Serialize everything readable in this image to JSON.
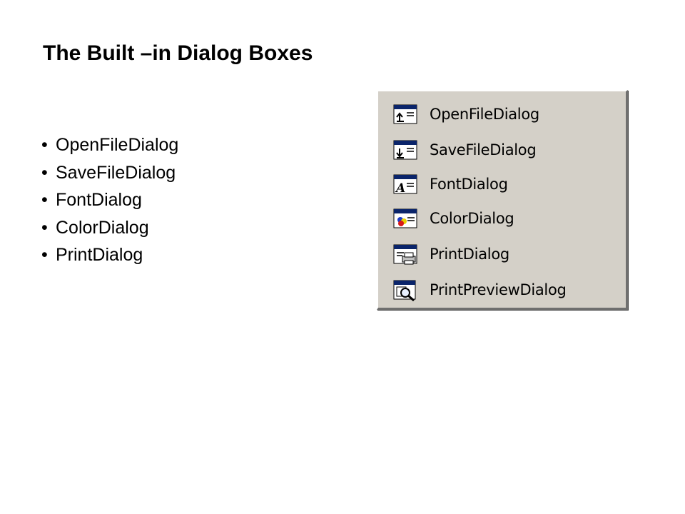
{
  "title": "The Built –in Dialog Boxes",
  "bullets": [
    "OpenFileDialog",
    "SaveFileDialog",
    "FontDialog",
    "ColorDialog",
    "PrintDialog"
  ],
  "bullet_glyph": "•",
  "toolbox": {
    "items": [
      {
        "label": "OpenFileDialog",
        "icon": "open-file-dialog-icon"
      },
      {
        "label": "SaveFileDialog",
        "icon": "save-file-dialog-icon"
      },
      {
        "label": "FontDialog",
        "icon": "font-dialog-icon"
      },
      {
        "label": "ColorDialog",
        "icon": "color-dialog-icon"
      },
      {
        "label": "PrintDialog",
        "icon": "print-dialog-icon"
      },
      {
        "label": "PrintPreviewDialog",
        "icon": "print-preview-dialog-icon"
      }
    ]
  },
  "colors": {
    "panel": "#d4d0c8",
    "icon_titlebar": "#0a246a",
    "text": "#000000"
  }
}
